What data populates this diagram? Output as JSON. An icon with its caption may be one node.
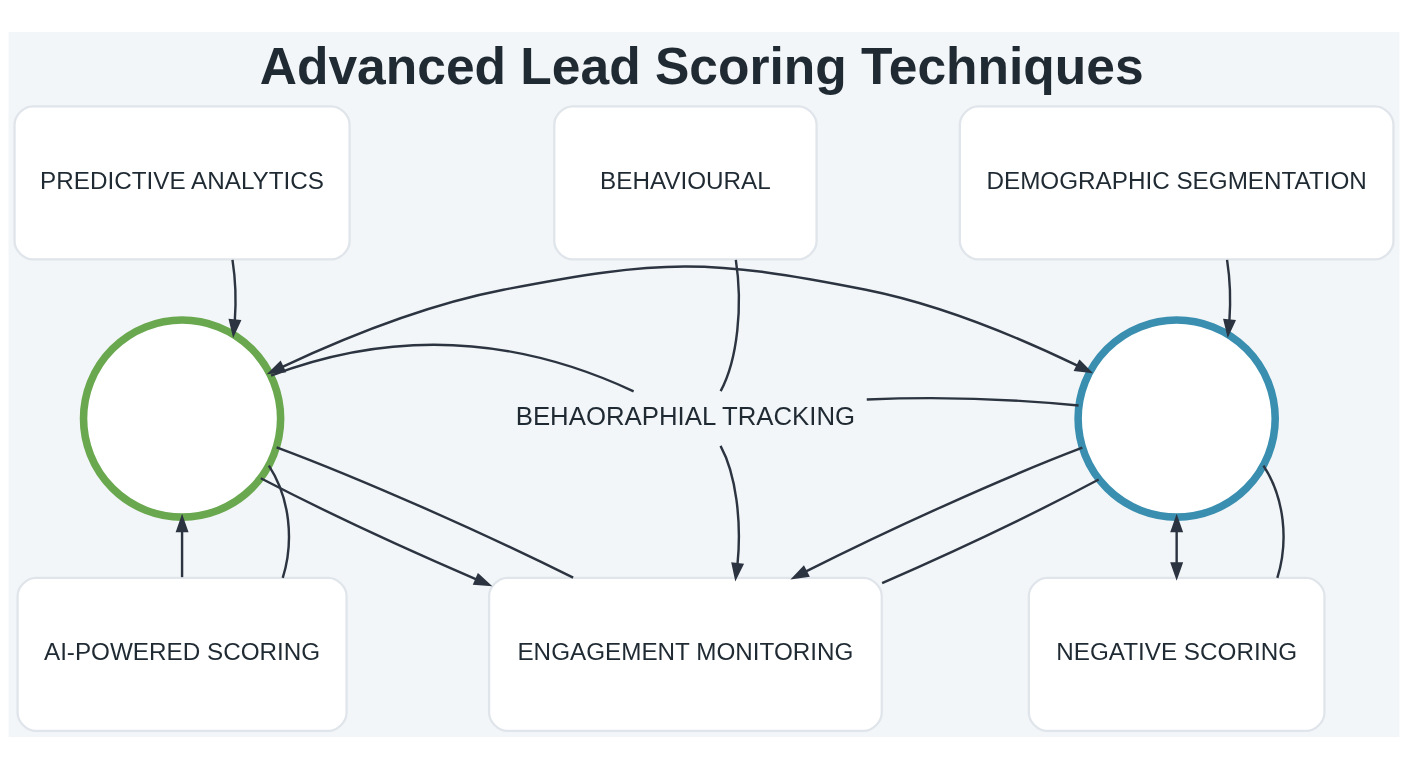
{
  "diagram": {
    "title": "Advanced Lead Scoring Techniques",
    "nodes": [
      {
        "text": [
          "PREDICTIVE ANALYTICS"
        ]
      },
      {
        "text": [
          "BEHAVIOURAL"
        ]
      },
      {
        "text": [
          "DEMOGRAPHIC SEGMENTATION"
        ]
      },
      {
        "text": [],
        "shape": "circle"
      },
      {
        "text": [
          "BEHAORAPHIAL TRACKING"
        ]
      },
      {
        "text": [],
        "shape": "circle"
      },
      {
        "text": [
          "AI-POWERED SCORING"
        ]
      },
      {
        "text": [
          "ENGAGEMENT MONITORING"
        ]
      },
      {
        "text": [
          "NEGATIVE SCORING"
        ]
      }
    ],
    "edges": [
      {
        "from": 0,
        "to": 3,
        "arrow": "to"
      },
      {
        "from": 6,
        "to": 3,
        "arrow": "to"
      },
      {
        "from": 6,
        "to": 3,
        "arrow": "none"
      },
      {
        "from": 1,
        "to": 4,
        "arrow": "none"
      },
      {
        "from": 4,
        "to": 3,
        "arrow": "none"
      },
      {
        "from": 4,
        "to": 5,
        "arrow": "none"
      },
      {
        "from": 3,
        "to": 5,
        "arrow": "both"
      },
      {
        "from": 4,
        "to": 7,
        "arrow": "to"
      },
      {
        "from": 3,
        "to": 7,
        "arrow": "to"
      },
      {
        "from": 3,
        "to": 7,
        "arrow": "none"
      },
      {
        "from": 5,
        "to": 7,
        "arrow": "to"
      },
      {
        "from": 5,
        "to": 7,
        "arrow": "none"
      },
      {
        "from": 2,
        "to": 5,
        "arrow": "to"
      },
      {
        "from": 5,
        "to": 8,
        "arrow": "both"
      },
      {
        "from": 5,
        "to": 8,
        "arrow": "none"
      }
    ]
  }
}
